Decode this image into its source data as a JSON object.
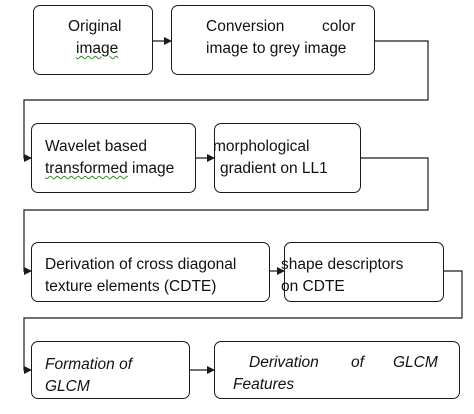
{
  "diagram": {
    "nodes": {
      "original_image": {
        "line1": "Original",
        "line2": "image"
      },
      "conversion": {
        "line1_a": "Conversion",
        "line1_b": "color",
        "line2": "image to grey image"
      },
      "wavelet": {
        "line1": "Wavelet based",
        "line2_a": "transformed",
        "line2_b": " image"
      },
      "morph": {
        "line1": "morphological",
        "line2": "gradient on LL1"
      },
      "cdte": {
        "line1": "Derivation of cross diagonal",
        "line2": "texture elements (CDTE)"
      },
      "shape": {
        "line1": "shape descriptors",
        "line2": "on CDTE"
      },
      "glcm": {
        "line1": "Formation of",
        "line2": "GLCM"
      },
      "glcm_features": {
        "line1_a": "Derivation",
        "line1_b": "of",
        "line1_c": "GLCM",
        "line2": "Features"
      }
    },
    "colors": {
      "stroke": "#1a1a1a",
      "spellcheck_underline": "#2e8b2e"
    }
  }
}
